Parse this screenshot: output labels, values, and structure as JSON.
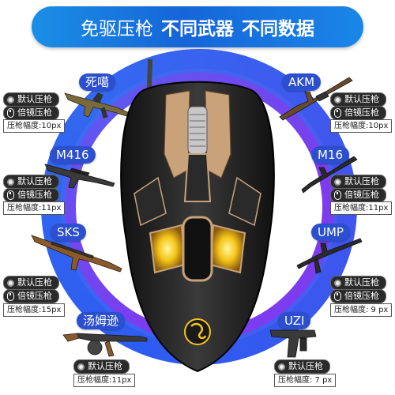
{
  "banner": {
    "part1": "免驱压枪",
    "part2": "不同武器",
    "part3": "不同数据"
  },
  "weapons": [
    {
      "name": "死噶",
      "mode1": "默认压枪",
      "mode2": "倍镜压枪",
      "amplitude": "压枪幅度:10px"
    },
    {
      "name": "AKM",
      "mode1": "默认压枪",
      "mode2": "倍镜压枪",
      "amplitude": "压枪幅度:10px"
    },
    {
      "name": "M416",
      "mode1": "默认压枪",
      "mode2": "倍镜压枪",
      "amplitude": "压枪幅度:11px"
    },
    {
      "name": "M16",
      "mode1": "默认压枪",
      "mode2": "倍镜压枪",
      "amplitude": "压枪幅度:11px"
    },
    {
      "name": "SKS",
      "mode1": "默认压枪",
      "mode2": "倍镜压枪",
      "amplitude": "压枪幅度:15px"
    },
    {
      "name": "UMP",
      "mode1": "默认压枪",
      "mode2": "倍镜压枪",
      "amplitude": "压枪幅度: 9 px"
    },
    {
      "name": "汤姆逊",
      "mode1": "默认压枪",
      "amplitude": "压枪幅度:11px"
    },
    {
      "name": "UZI",
      "mode1": "默认压枪",
      "amplitude": "压枪幅度: 7 px"
    }
  ],
  "colors": {
    "banner": "#1a75e0",
    "ring_blue": "#2d5cf0",
    "ring_purple": "#7c3cf0",
    "mouse_body": "#1f1f1f",
    "mouse_accent": "#c9a27a",
    "glow": "#f5c518"
  }
}
